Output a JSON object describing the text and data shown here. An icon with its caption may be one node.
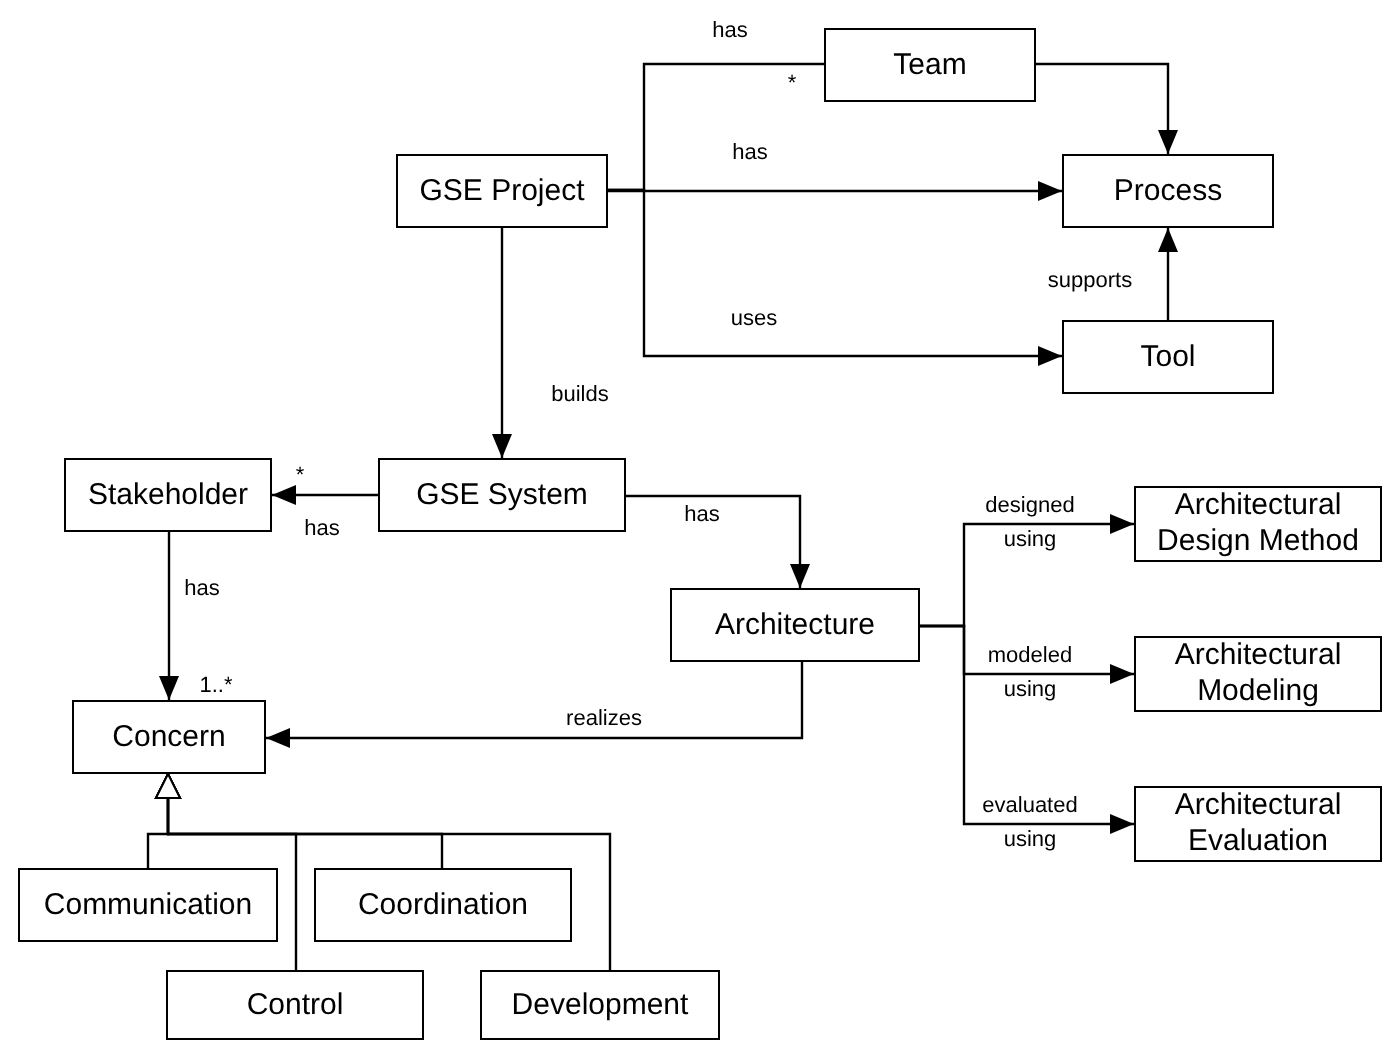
{
  "diagram": {
    "nodes": [
      {
        "text": [
          "Team"
        ]
      },
      {
        "text": [
          "GSE Project"
        ]
      },
      {
        "text": [
          "Process"
        ]
      },
      {
        "text": [
          "Tool"
        ]
      },
      {
        "text": [
          "Stakeholder"
        ]
      },
      {
        "text": [
          "GSE System"
        ]
      },
      {
        "text": [
          "Architecture"
        ]
      },
      {
        "text": [
          "Architectural Design Method"
        ]
      },
      {
        "text": [
          "Architectural Modeling"
        ]
      },
      {
        "text": [
          "Architectural Evaluation"
        ]
      },
      {
        "text": [
          "Concern"
        ]
      },
      {
        "text": [
          "Communication"
        ]
      },
      {
        "text": [
          "Coordination"
        ]
      },
      {
        "text": [
          "Control"
        ]
      },
      {
        "text": [
          "Development"
        ]
      }
    ],
    "edges": [
      {
        "from": 1,
        "to": 0,
        "arrow": "none",
        "label": "has"
      },
      {
        "from": 1,
        "to": 2,
        "arrow": "to",
        "label": "has"
      },
      {
        "from": 1,
        "to": 3,
        "arrow": "to",
        "label": "uses"
      },
      {
        "from": 0,
        "to": 2,
        "arrow": "to"
      },
      {
        "from": 3,
        "to": 2,
        "arrow": "to",
        "label": "supports"
      },
      {
        "from": 1,
        "to": 5,
        "arrow": "to",
        "label": "builds"
      },
      {
        "from": 5,
        "to": 4,
        "arrow": "to",
        "label": "has"
      },
      {
        "from": 5,
        "to": 6,
        "arrow": "to",
        "label": "has"
      },
      {
        "from": 4,
        "to": 10,
        "arrow": "to",
        "label": "has"
      },
      {
        "from": 6,
        "to": 10,
        "arrow": "to",
        "label": "realizes"
      },
      {
        "from": 6,
        "to": 7,
        "arrow": "to",
        "label": "designed using"
      },
      {
        "from": 6,
        "to": 8,
        "arrow": "to",
        "label": "modeled using"
      },
      {
        "from": 6,
        "to": 9,
        "arrow": "to",
        "label": "evaluated using"
      },
      {
        "from": 11,
        "to": 10,
        "arrow": "to"
      },
      {
        "from": 12,
        "to": 10,
        "arrow": "to"
      },
      {
        "from": 13,
        "to": 10,
        "arrow": "to"
      },
      {
        "from": 14,
        "to": 10,
        "arrow": "to"
      }
    ],
    "labels": [
      "*",
      "*",
      "1..*"
    ]
  }
}
